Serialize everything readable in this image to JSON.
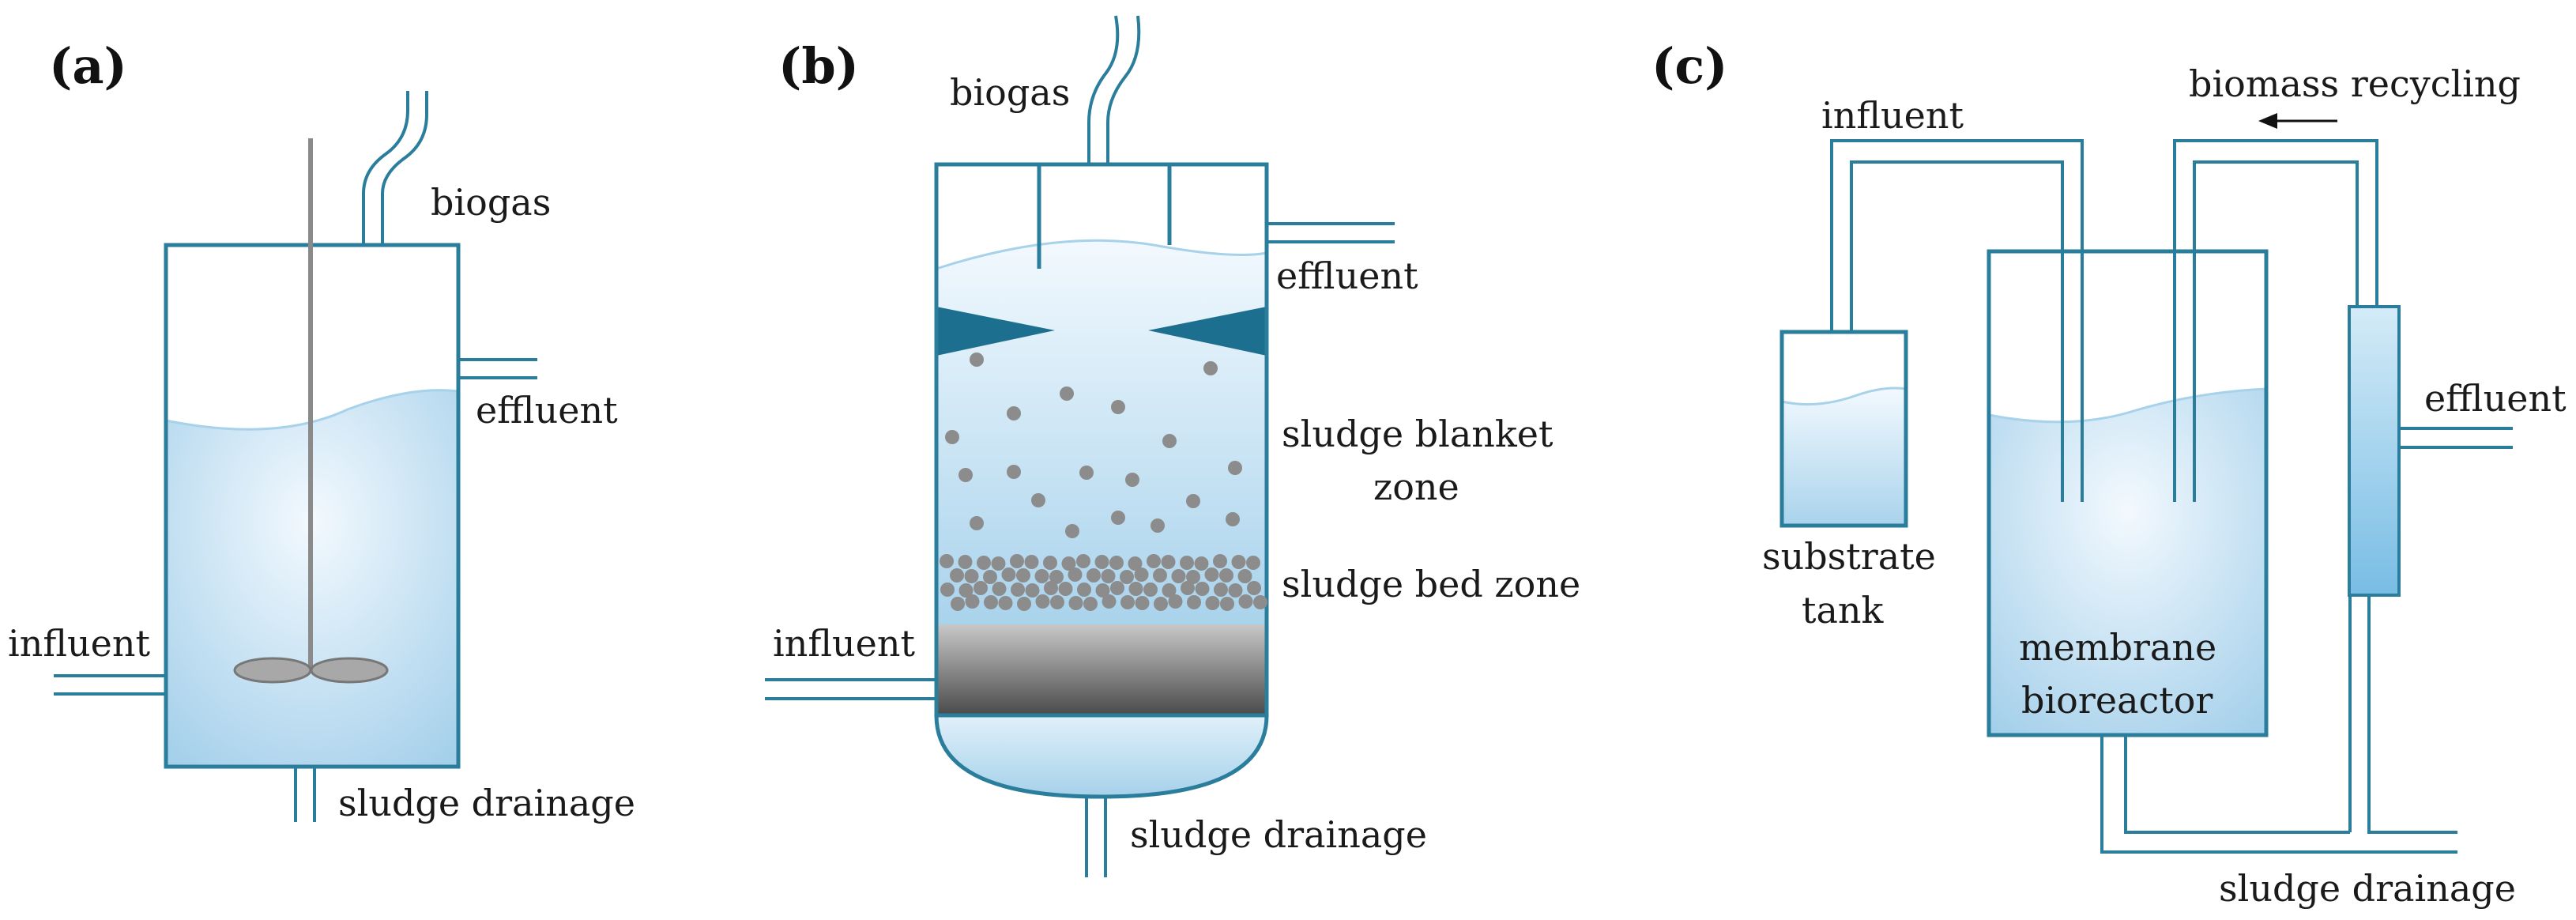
{
  "colors": {
    "outline": "#2b7d9c",
    "liquid_light": "#e9f4fc",
    "liquid_dark": "#9fcde9",
    "granule": "#8c8c8c",
    "baffle": "#1c6f8e",
    "text": "#1a1a1a"
  },
  "panel_a": {
    "letter": "(a)",
    "labels": {
      "biogas": "biogas",
      "effluent": "effluent",
      "influent": "influent",
      "sludge_drainage": "sludge drainage"
    }
  },
  "panel_b": {
    "letter": "(b)",
    "labels": {
      "biogas": "biogas",
      "effluent": "effluent",
      "sludge_blanket_1": "sludge blanket",
      "sludge_blanket_2": "zone",
      "sludge_bed": "sludge bed zone",
      "influent": "influent",
      "sludge_drainage": "sludge drainage"
    }
  },
  "panel_c": {
    "letter": "(c)",
    "labels": {
      "biomass_recycling": "biomass recycling",
      "influent": "influent",
      "effluent": "effluent",
      "substrate_1": "substrate",
      "substrate_2": "tank",
      "membrane_1": "membrane",
      "membrane_2": "bioreactor",
      "sludge_drainage": "sludge drainage"
    }
  }
}
